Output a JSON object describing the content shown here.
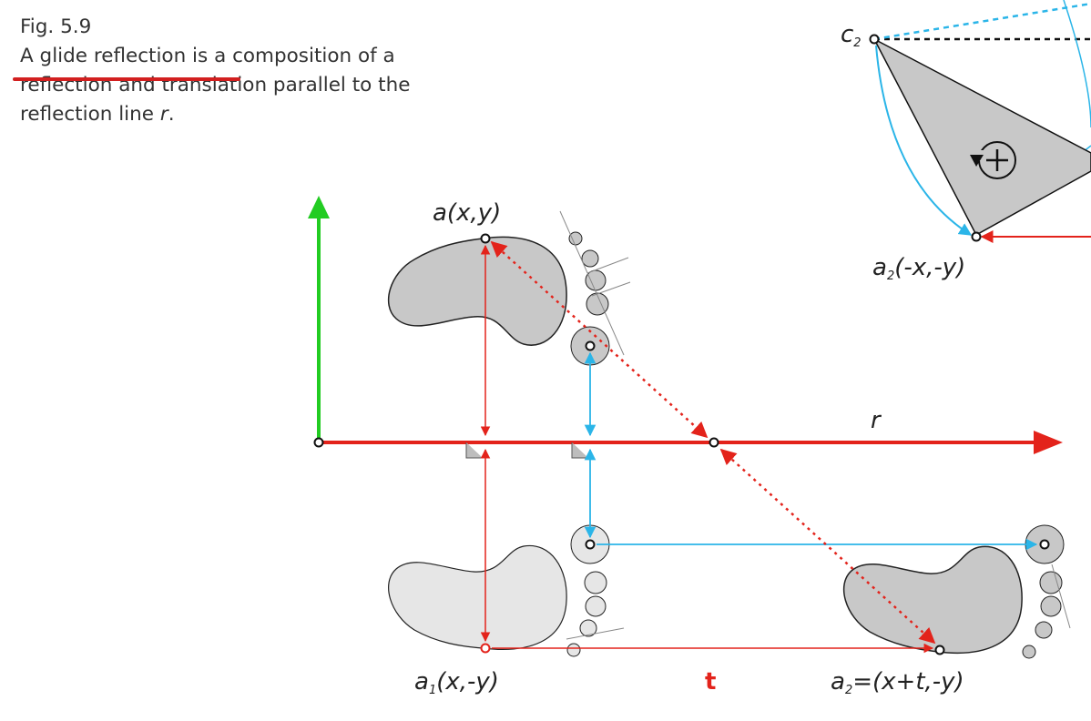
{
  "caption": {
    "fig": "Fig. 5.9",
    "line1_underlined": "A glide reflection is",
    "line1_rest": " a composition of a",
    "line2": "reflection and translation parallel to the",
    "line3_prefix": "reflection line ",
    "line3_r": "r",
    "line3_suffix": "."
  },
  "labels": {
    "a": "a(x,y)",
    "a1_base": "a",
    "a1_sub": "1",
    "a1_rest": "(x,-y)",
    "a2_base": "a",
    "a2_sub": "2",
    "a2_rest": "=(x+t,-y)",
    "a2_top_base": "a",
    "a2_top_sub": "2",
    "a2_top_rest": "(-x,-y)",
    "c2_base": "c",
    "c2_sub": "2",
    "r": "r",
    "t": "t",
    "rotation_symbol": "+"
  },
  "colors": {
    "red": "#e3231b",
    "green": "#22cc22",
    "blue": "#2bb5e8",
    "gray_dark": "#c8c8c8",
    "gray_light": "#e6e6e6",
    "text": "#333333"
  },
  "icons": {
    "rotation": "counterclockwise-rotation-icon"
  }
}
